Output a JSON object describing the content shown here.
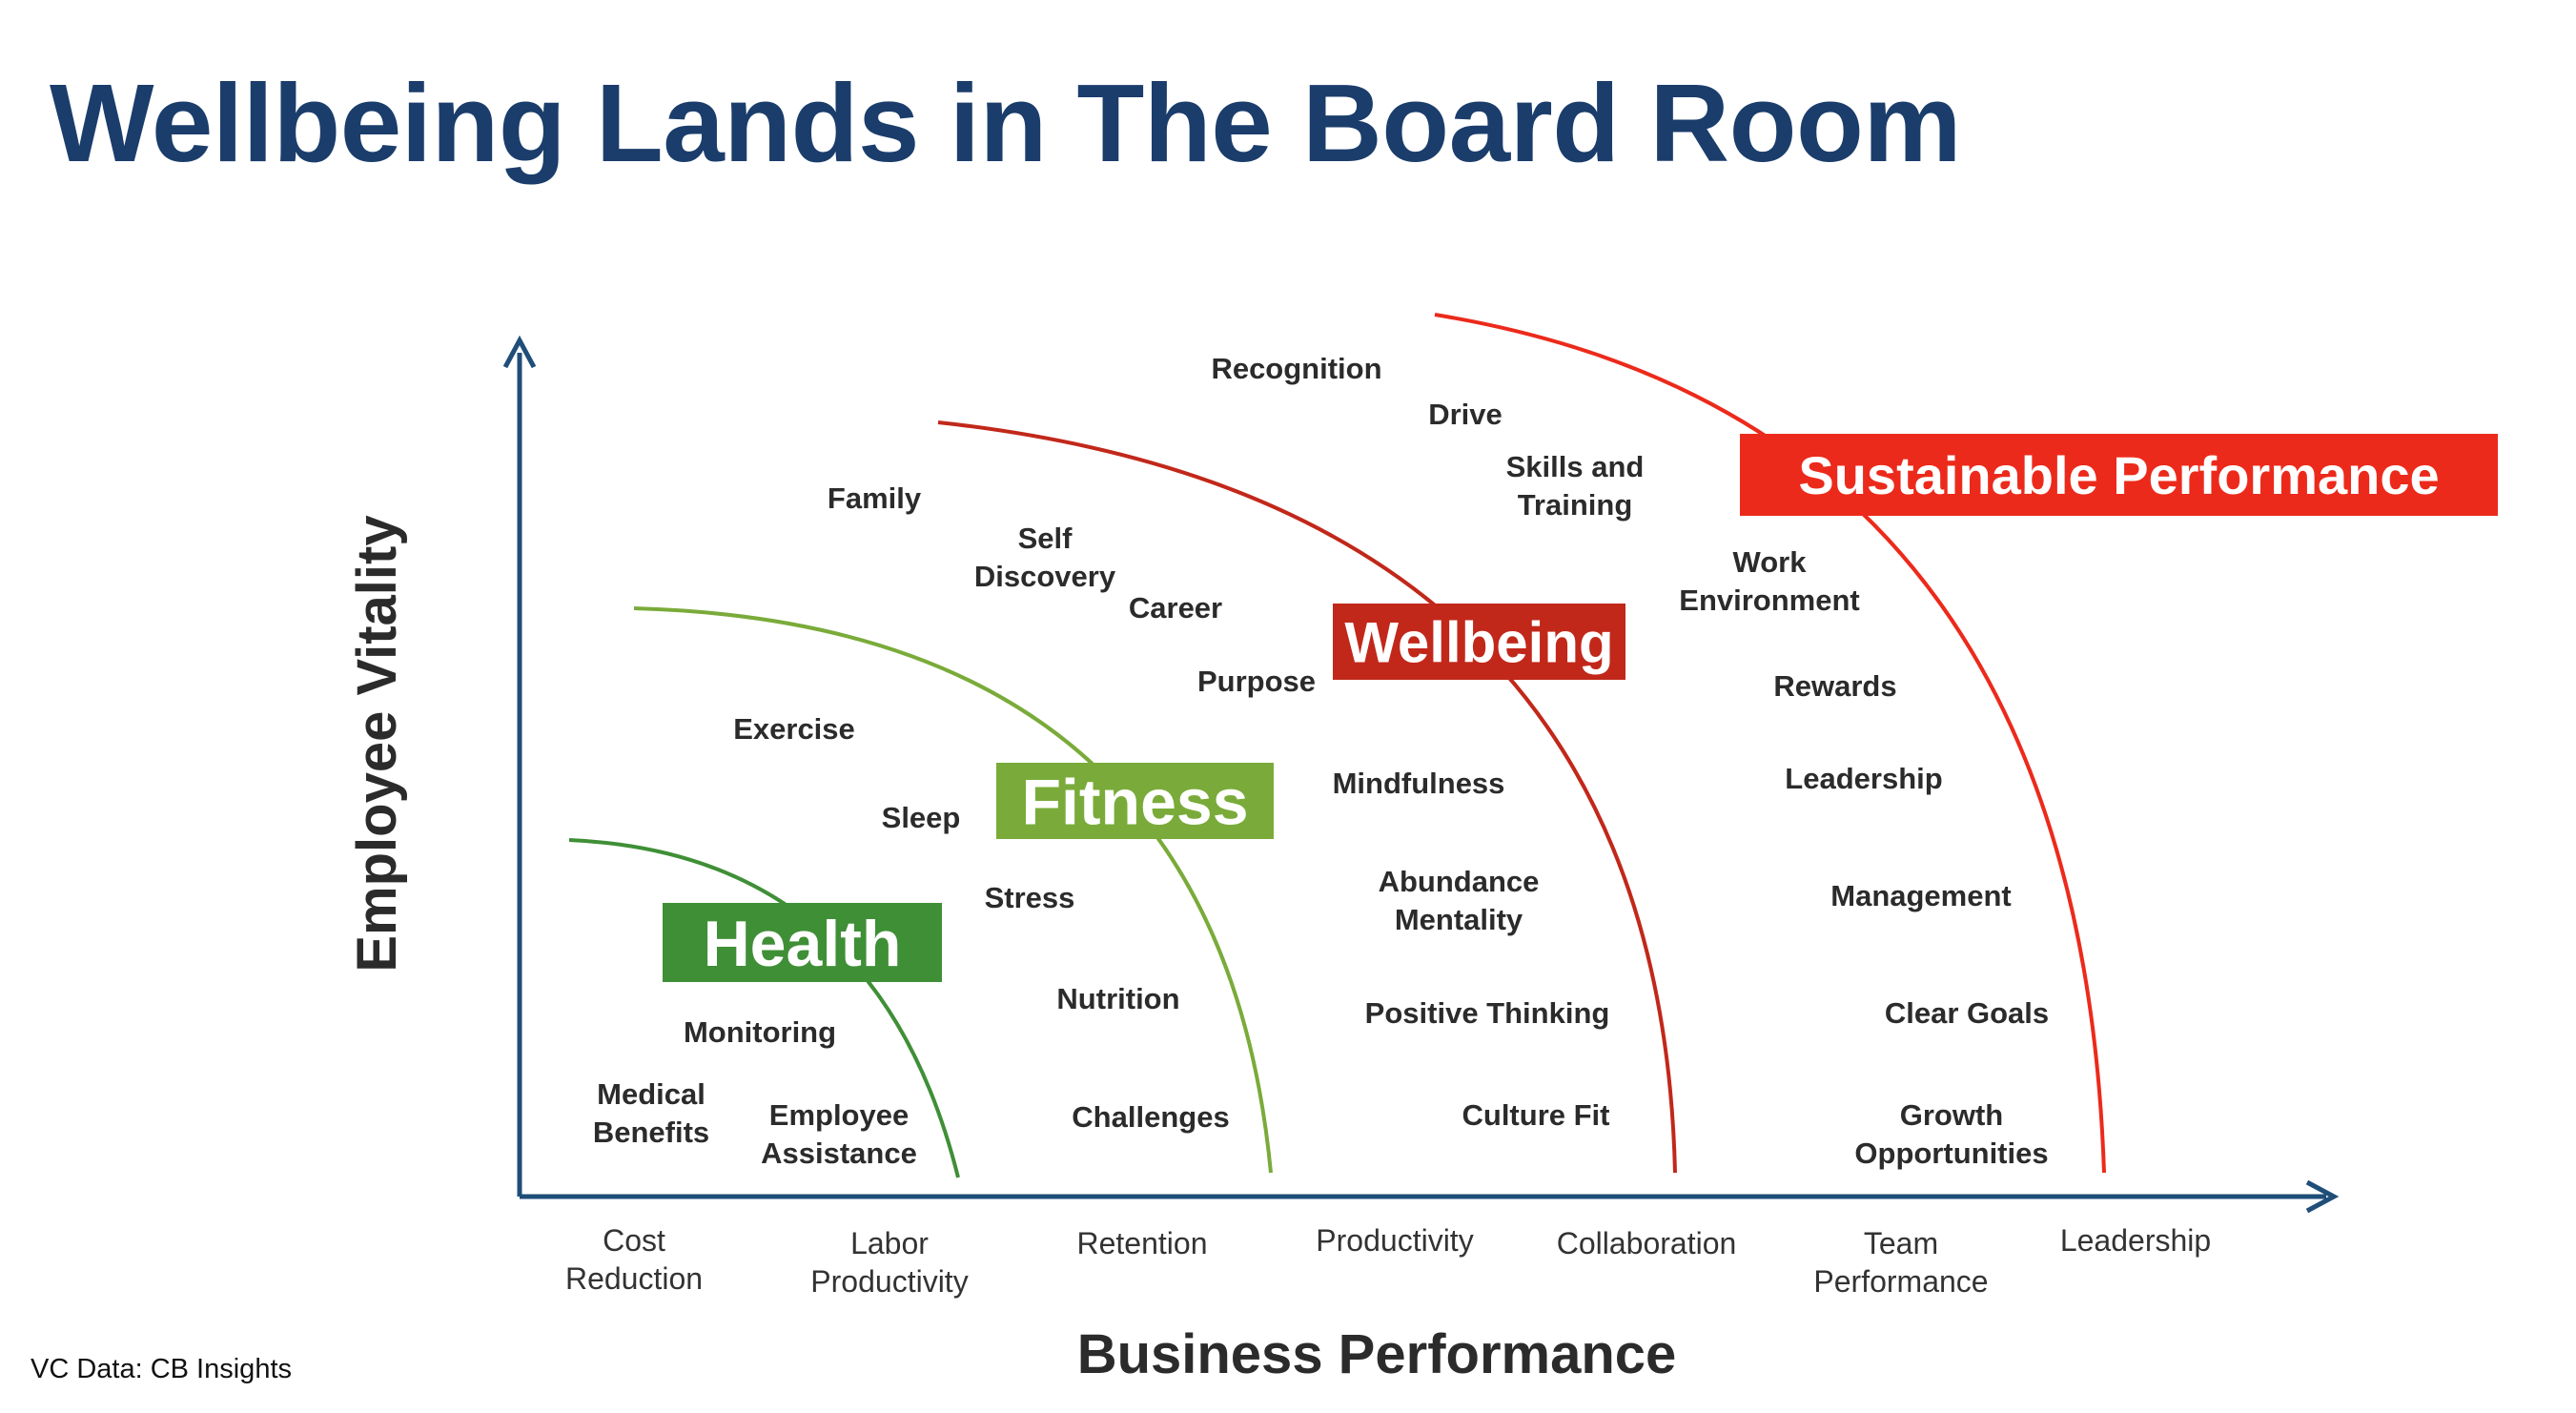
{
  "title": "Wellbeing Lands in The Board Room",
  "axes": {
    "x_title": "Business Performance",
    "y_title": "Employee Vitality",
    "x_ticks": [
      [
        "Cost",
        "Reduction"
      ],
      [
        "Labor",
        "Productivity"
      ],
      [
        "Retention"
      ],
      [
        "Productivity"
      ],
      [
        "Collaboration"
      ],
      [
        "Team",
        "Performance"
      ],
      [
        "Leadership"
      ]
    ]
  },
  "zones": [
    {
      "label": "Health",
      "color": "#3f8f36",
      "words": [
        [
          "Monitoring"
        ],
        [
          "Medical",
          "Benefits"
        ],
        [
          "Employee",
          "Assistance"
        ]
      ]
    },
    {
      "label": "Fitness",
      "color": "#7aab3a",
      "words": [
        [
          "Exercise"
        ],
        [
          "Sleep"
        ],
        [
          "Stress"
        ],
        [
          "Nutrition"
        ],
        [
          "Challenges"
        ]
      ]
    },
    {
      "label": "Wellbeing",
      "color": "#c1281a",
      "words": [
        [
          "Family"
        ],
        [
          "Self",
          "Discovery"
        ],
        [
          "Career"
        ],
        [
          "Purpose"
        ],
        [
          "Mindfulness"
        ],
        [
          "Abundance",
          "Mentality"
        ],
        [
          "Positive Thinking"
        ],
        [
          "Culture Fit"
        ]
      ]
    },
    {
      "label": "Sustainable Performance",
      "color": "#ec2a1b",
      "words": [
        [
          "Recognition"
        ],
        [
          "Drive"
        ],
        [
          "Skills and",
          "Training"
        ],
        [
          "Work",
          "Environment"
        ],
        [
          "Rewards"
        ],
        [
          "Leadership"
        ],
        [
          "Management"
        ],
        [
          "Clear Goals"
        ],
        [
          "Growth",
          "Opportunities"
        ]
      ]
    }
  ],
  "source": "VC Data: CB Insights",
  "colors": {
    "title": "#1b3d6b",
    "axis": "#1f4e79",
    "text": "#2b2b2b"
  }
}
